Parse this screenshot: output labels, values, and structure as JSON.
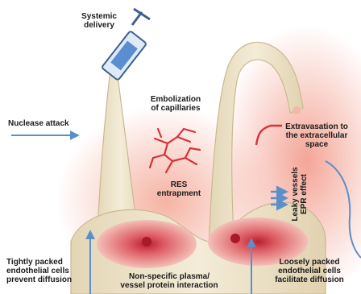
{
  "labels": {
    "systemic_delivery": "Systemic\ndelivery",
    "nuclease_attack": "Nuclease attack",
    "embolization": "Embolization\nof capillaries",
    "res_entrapment": "RES\nentrapment",
    "extravasation": "Extravasation to\nthe extracellular\nspace",
    "leaky_vessels": "Leaky vessels\nEPR effect",
    "tightly_packed": "Tightly packed\nendothelial cells\nprevent diffusion",
    "loosely_packed": "Loosely packed\nendothelial cells\nfacilitate diffusion",
    "nonspecific": "Non-specific plasma/\nvessel protein interaction"
  },
  "colors": {
    "vessel_fill": "#ede3cc",
    "vessel_outline": "#c9b98f",
    "tissue_glow": "#f3a88e",
    "lumen_dark": "#c8323e",
    "capillary_red": "#d8303a",
    "arrow_blue": "#5b8fc8",
    "syringe_blue": "#5a8ed0"
  }
}
